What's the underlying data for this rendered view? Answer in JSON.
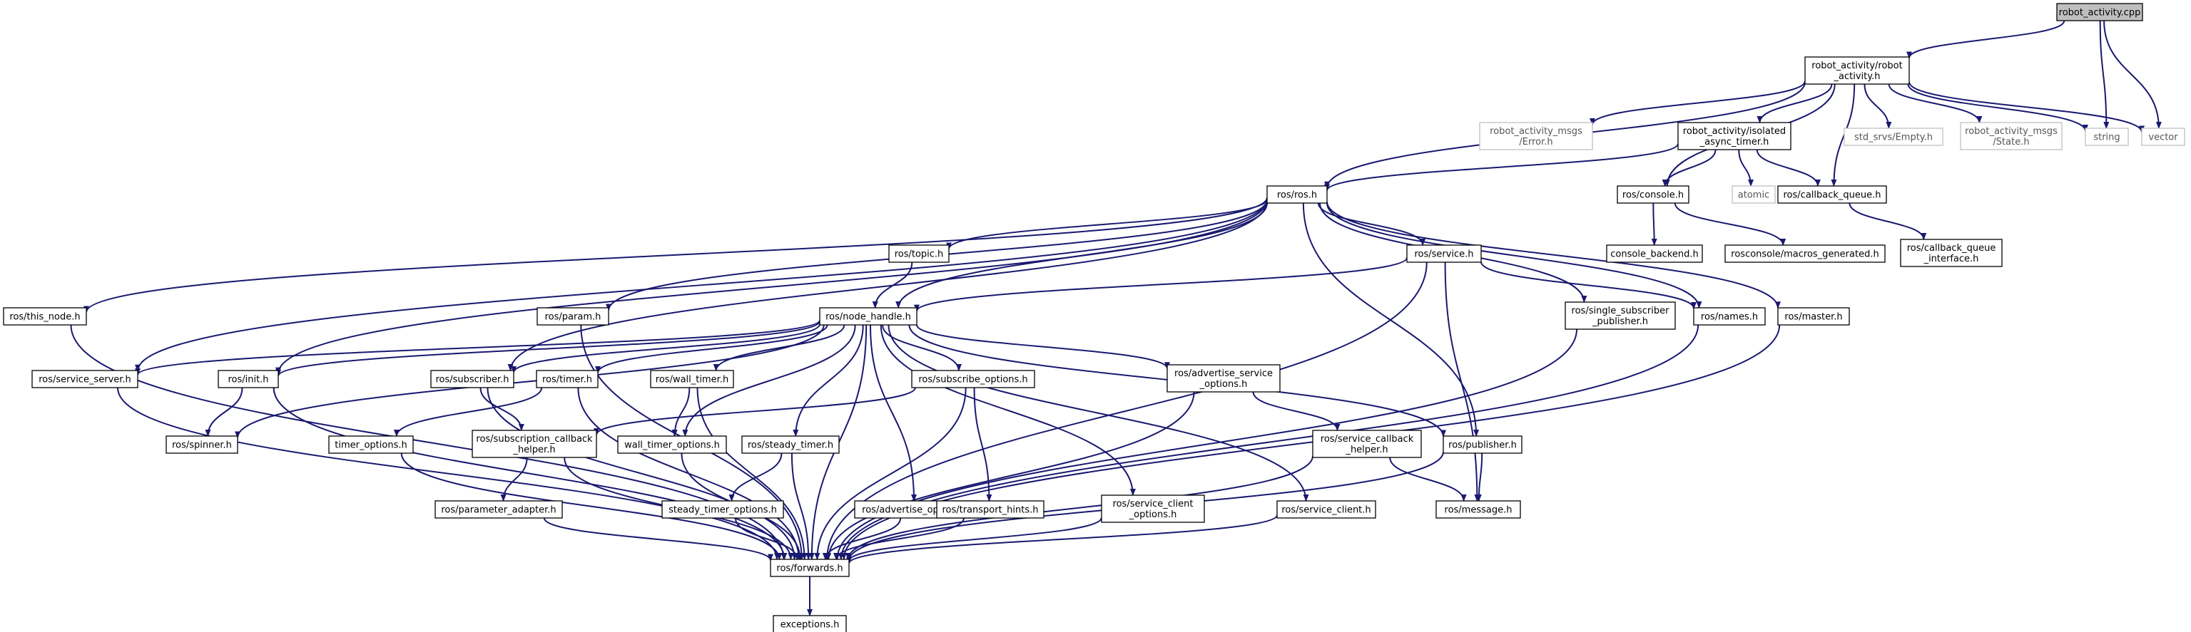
{
  "colors": {
    "edge": "#191970",
    "box_border": "#000000",
    "external_border": "#bfbfbf",
    "root_fill": "#bfbfbf",
    "text": "#000000",
    "external_text": "#555555"
  },
  "graph": {
    "root": "robot_activity.cpp",
    "nodes": [
      {
        "id": "cpp",
        "lines": [
          "robot_activity.cpp"
        ],
        "kind": "root"
      },
      {
        "id": "ra_h",
        "lines": [
          "robot_activity/robot",
          "_activity.h"
        ],
        "kind": "file"
      },
      {
        "id": "err",
        "lines": [
          "robot_activity_msgs",
          "/Error.h"
        ],
        "kind": "external"
      },
      {
        "id": "iso",
        "lines": [
          "robot_activity/isolated",
          "_async_timer.h"
        ],
        "kind": "file"
      },
      {
        "id": "empty",
        "lines": [
          "std_srvs/Empty.h"
        ],
        "kind": "external"
      },
      {
        "id": "state",
        "lines": [
          "robot_activity_msgs",
          "/State.h"
        ],
        "kind": "external"
      },
      {
        "id": "string",
        "lines": [
          "string"
        ],
        "kind": "external"
      },
      {
        "id": "vector",
        "lines": [
          "vector"
        ],
        "kind": "external"
      },
      {
        "id": "ros",
        "lines": [
          "ros/ros.h"
        ],
        "kind": "file"
      },
      {
        "id": "console",
        "lines": [
          "ros/console.h"
        ],
        "kind": "file"
      },
      {
        "id": "atomic",
        "lines": [
          "atomic"
        ],
        "kind": "external"
      },
      {
        "id": "cbq",
        "lines": [
          "ros/callback_queue.h"
        ],
        "kind": "file"
      },
      {
        "id": "topic",
        "lines": [
          "ros/topic.h"
        ],
        "kind": "file"
      },
      {
        "id": "service",
        "lines": [
          "ros/service.h"
        ],
        "kind": "file"
      },
      {
        "id": "cbackend",
        "lines": [
          "console_backend.h"
        ],
        "kind": "file"
      },
      {
        "id": "macros",
        "lines": [
          "rosconsole/macros_generated.h"
        ],
        "kind": "file"
      },
      {
        "id": "cbqi",
        "lines": [
          "ros/callback_queue",
          "_interface.h"
        ],
        "kind": "file"
      },
      {
        "id": "thisnode",
        "lines": [
          "ros/this_node.h"
        ],
        "kind": "file"
      },
      {
        "id": "param",
        "lines": [
          "ros/param.h"
        ],
        "kind": "file"
      },
      {
        "id": "nh",
        "lines": [
          "ros/node_handle.h"
        ],
        "kind": "file"
      },
      {
        "id": "ssp",
        "lines": [
          "ros/single_subscriber",
          "_publisher.h"
        ],
        "kind": "file"
      },
      {
        "id": "names",
        "lines": [
          "ros/names.h"
        ],
        "kind": "file"
      },
      {
        "id": "master",
        "lines": [
          "ros/master.h"
        ],
        "kind": "file"
      },
      {
        "id": "srvserver",
        "lines": [
          "ros/service_server.h"
        ],
        "kind": "file"
      },
      {
        "id": "init",
        "lines": [
          "ros/init.h"
        ],
        "kind": "file"
      },
      {
        "id": "subscriber",
        "lines": [
          "ros/subscriber.h"
        ],
        "kind": "file"
      },
      {
        "id": "timer",
        "lines": [
          "ros/timer.h"
        ],
        "kind": "file"
      },
      {
        "id": "walltimer",
        "lines": [
          "ros/wall_timer.h"
        ],
        "kind": "file"
      },
      {
        "id": "subopts",
        "lines": [
          "ros/subscribe_options.h"
        ],
        "kind": "file"
      },
      {
        "id": "advsrvopts",
        "lines": [
          "ros/advertise_service",
          "_options.h"
        ],
        "kind": "file"
      },
      {
        "id": "spinner",
        "lines": [
          "ros/spinner.h"
        ],
        "kind": "file"
      },
      {
        "id": "timeropts",
        "lines": [
          "timer_options.h"
        ],
        "kind": "file"
      },
      {
        "id": "subcb",
        "lines": [
          "ros/subscription_callback",
          "_helper.h"
        ],
        "kind": "file"
      },
      {
        "id": "walltimeropts",
        "lines": [
          "wall_timer_options.h"
        ],
        "kind": "file"
      },
      {
        "id": "steadytimer",
        "lines": [
          "ros/steady_timer.h"
        ],
        "kind": "file"
      },
      {
        "id": "srvcb",
        "lines": [
          "ros/service_callback",
          "_helper.h"
        ],
        "kind": "file"
      },
      {
        "id": "publisher",
        "lines": [
          "ros/publisher.h"
        ],
        "kind": "file"
      },
      {
        "id": "padapter",
        "lines": [
          "ros/parameter_adapter.h"
        ],
        "kind": "file"
      },
      {
        "id": "steadyopts",
        "lines": [
          "steady_timer_options.h"
        ],
        "kind": "file"
      },
      {
        "id": "advopts",
        "lines": [
          "ros/advertise_options.h"
        ],
        "kind": "file"
      },
      {
        "id": "thints",
        "lines": [
          "ros/transport_hints.h"
        ],
        "kind": "file"
      },
      {
        "id": "srvclientopts",
        "lines": [
          "ros/service_client",
          "_options.h"
        ],
        "kind": "file"
      },
      {
        "id": "srvclient",
        "lines": [
          "ros/service_client.h"
        ],
        "kind": "file"
      },
      {
        "id": "message",
        "lines": [
          "ros/message.h"
        ],
        "kind": "file"
      },
      {
        "id": "forwards",
        "lines": [
          "ros/forwards.h"
        ],
        "kind": "file"
      },
      {
        "id": "exceptions",
        "lines": [
          "exceptions.h"
        ],
        "kind": "file"
      }
    ],
    "edges": [
      [
        "cpp",
        "ra_h"
      ],
      [
        "cpp",
        "string"
      ],
      [
        "cpp",
        "vector"
      ],
      [
        "ra_h",
        "err"
      ],
      [
        "ra_h",
        "iso"
      ],
      [
        "ra_h",
        "empty"
      ],
      [
        "ra_h",
        "state"
      ],
      [
        "ra_h",
        "string"
      ],
      [
        "ra_h",
        "vector"
      ],
      [
        "ra_h",
        "ros"
      ],
      [
        "ra_h",
        "console"
      ],
      [
        "ra_h",
        "cbq"
      ],
      [
        "iso",
        "ros"
      ],
      [
        "iso",
        "console"
      ],
      [
        "iso",
        "atomic"
      ],
      [
        "iso",
        "cbq"
      ],
      [
        "console",
        "cbackend"
      ],
      [
        "console",
        "macros"
      ],
      [
        "cbq",
        "cbqi"
      ],
      [
        "ros",
        "topic"
      ],
      [
        "ros",
        "service"
      ],
      [
        "ros",
        "thisnode"
      ],
      [
        "ros",
        "param"
      ],
      [
        "ros",
        "nh"
      ],
      [
        "ros",
        "ssp"
      ],
      [
        "ros",
        "names"
      ],
      [
        "ros",
        "master"
      ],
      [
        "ros",
        "srvserver"
      ],
      [
        "ros",
        "init"
      ],
      [
        "ros",
        "subscriber"
      ],
      [
        "ros",
        "publisher"
      ],
      [
        "topic",
        "nh"
      ],
      [
        "service",
        "nh"
      ],
      [
        "service",
        "names"
      ],
      [
        "service",
        "message"
      ],
      [
        "service",
        "forwards"
      ],
      [
        "thisnode",
        "forwards"
      ],
      [
        "param",
        "forwards"
      ],
      [
        "nh",
        "srvserver"
      ],
      [
        "nh",
        "init"
      ],
      [
        "nh",
        "subscriber"
      ],
      [
        "nh",
        "timer"
      ],
      [
        "nh",
        "walltimer"
      ],
      [
        "nh",
        "subopts"
      ],
      [
        "nh",
        "advsrvopts"
      ],
      [
        "nh",
        "spinner"
      ],
      [
        "nh",
        "walltimeropts"
      ],
      [
        "nh",
        "steadytimer"
      ],
      [
        "nh",
        "advopts"
      ],
      [
        "nh",
        "srvclientopts"
      ],
      [
        "nh",
        "srvclient"
      ],
      [
        "nh",
        "publisher"
      ],
      [
        "nh",
        "forwards"
      ],
      [
        "ssp",
        "forwards"
      ],
      [
        "names",
        "forwards"
      ],
      [
        "master",
        "forwards"
      ],
      [
        "srvserver",
        "forwards"
      ],
      [
        "init",
        "spinner"
      ],
      [
        "init",
        "forwards"
      ],
      [
        "subscriber",
        "subcb"
      ],
      [
        "subscriber",
        "forwards"
      ],
      [
        "timer",
        "timeropts"
      ],
      [
        "timer",
        "forwards"
      ],
      [
        "walltimer",
        "walltimeropts"
      ],
      [
        "walltimer",
        "forwards"
      ],
      [
        "subopts",
        "subcb"
      ],
      [
        "subopts",
        "thints"
      ],
      [
        "subopts",
        "forwards"
      ],
      [
        "advsrvopts",
        "srvcb"
      ],
      [
        "advsrvopts",
        "forwards"
      ],
      [
        "timeropts",
        "forwards"
      ],
      [
        "subcb",
        "padapter"
      ],
      [
        "subcb",
        "forwards"
      ],
      [
        "walltimeropts",
        "forwards"
      ],
      [
        "steadytimer",
        "steadyopts"
      ],
      [
        "steadytimer",
        "forwards"
      ],
      [
        "srvcb",
        "message"
      ],
      [
        "srvcb",
        "forwards"
      ],
      [
        "publisher",
        "message"
      ],
      [
        "publisher",
        "forwards"
      ],
      [
        "padapter",
        "forwards"
      ],
      [
        "steadyopts",
        "forwards"
      ],
      [
        "advopts",
        "forwards"
      ],
      [
        "thints",
        "forwards"
      ],
      [
        "srvclientopts",
        "forwards"
      ],
      [
        "srvclient",
        "forwards"
      ],
      [
        "forwards",
        "exceptions"
      ]
    ]
  }
}
